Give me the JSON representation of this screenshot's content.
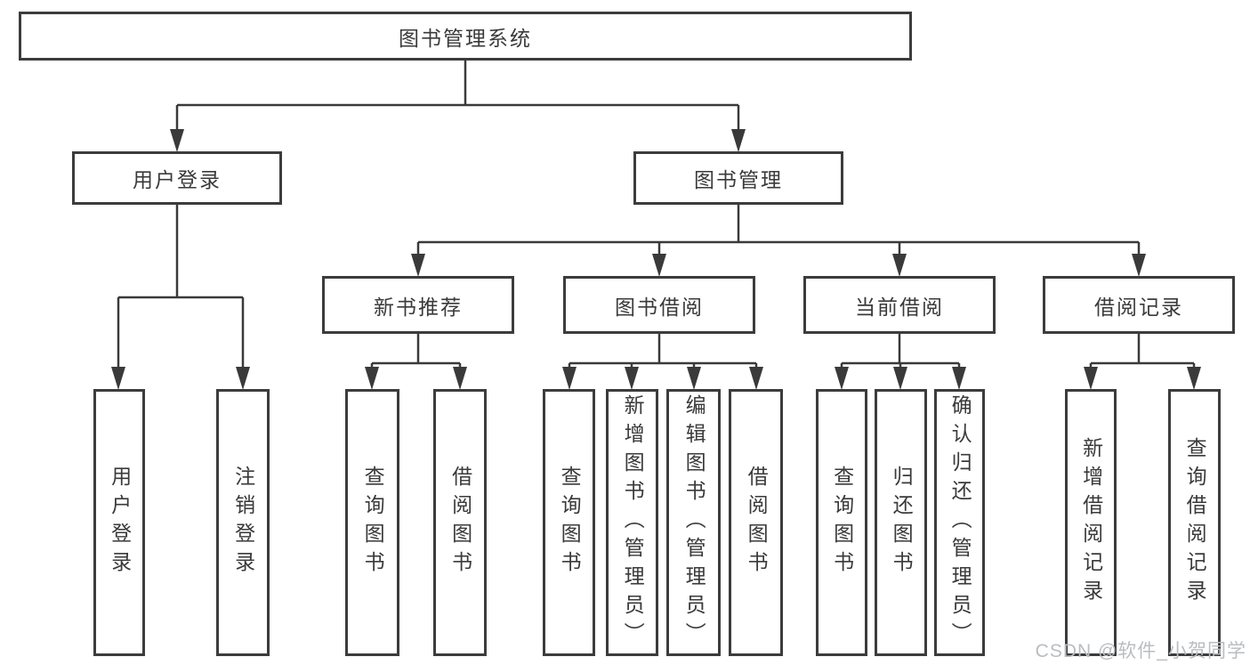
{
  "diagram_title": "图书管理系统",
  "tree": {
    "label": "图书管理系统",
    "children": [
      {
        "label": "用户登录",
        "children": [
          {
            "label": "用户登录"
          },
          {
            "label": "注销登录"
          }
        ]
      },
      {
        "label": "图书管理",
        "children": [
          {
            "label": "新书推荐",
            "children": [
              {
                "label": "查询图书"
              },
              {
                "label": "借阅图书"
              }
            ]
          },
          {
            "label": "图书借阅",
            "children": [
              {
                "label": "查询图书"
              },
              {
                "label": "新增图书（管理员）"
              },
              {
                "label": "编辑图书（管理员）"
              },
              {
                "label": "借阅图书"
              }
            ]
          },
          {
            "label": "当前借阅",
            "children": [
              {
                "label": "查询图书"
              },
              {
                "label": "归还图书"
              },
              {
                "label": "确认归还（管理员）"
              }
            ]
          },
          {
            "label": "借阅记录",
            "children": [
              {
                "label": "新增借阅记录"
              },
              {
                "label": "查询借阅记录"
              }
            ]
          }
        ]
      }
    ]
  },
  "watermark": {
    "text": "CSDN @软件_小贺同学"
  },
  "colors": {
    "line": "#3a3a3a",
    "text": "#3a3a3a",
    "box_border": "#3c3c3c",
    "background": "#ffffff",
    "watermark": "#b9bdc1"
  }
}
